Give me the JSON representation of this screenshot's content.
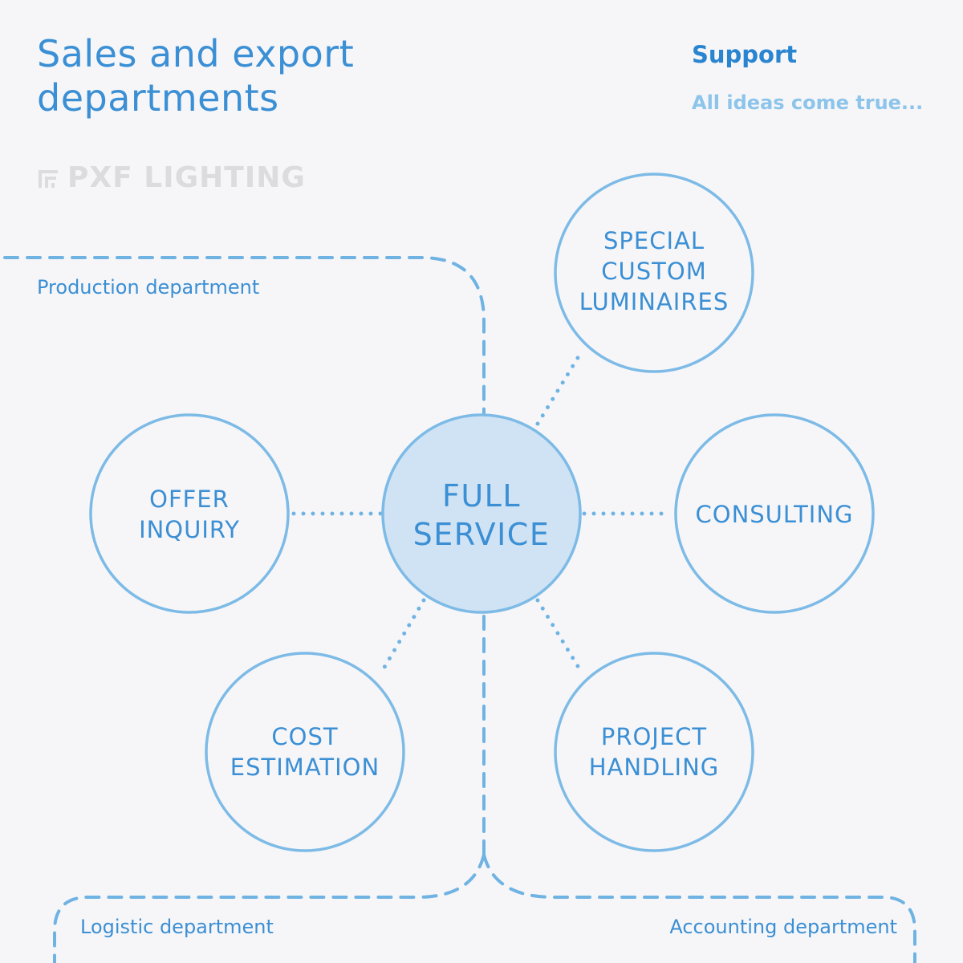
{
  "header": {
    "title_line_1": "Sales and export",
    "title_line_2": "departments",
    "support_title": "Support",
    "support_tagline": "All ideas come true..."
  },
  "logo": {
    "text": "PXF LIGHTING"
  },
  "diagram": {
    "center": {
      "line_1": "FULL",
      "line_2": "SERVICE"
    },
    "nodes": {
      "special_custom_luminaires": [
        "SPECIAL",
        "CUSTOM",
        "LUMINAIRES"
      ],
      "offer_inquiry": [
        "OFFER",
        "INQUIRY"
      ],
      "consulting": [
        "CONSULTING"
      ],
      "cost_estimation": [
        "COST",
        "ESTIMATION"
      ],
      "project_handling": [
        "PROJECT",
        "HANDLING"
      ]
    },
    "departments": {
      "production": "Production department",
      "logistic": "Logistic department",
      "accounting": "Accounting department"
    }
  },
  "colors": {
    "accent": "#3b8fd4",
    "line": "#6fb3e3",
    "center_fill": "#d0e3f4",
    "logo_gray": "#dcdcdf",
    "background": "#f6f6f9"
  }
}
